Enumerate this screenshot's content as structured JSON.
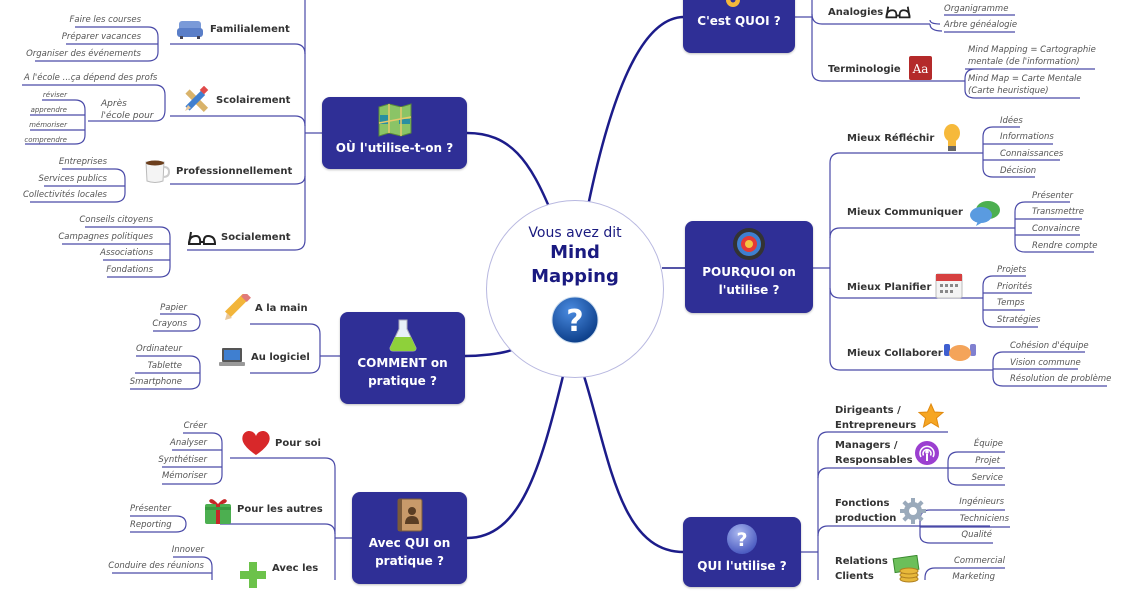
{
  "center": {
    "line1": "Vous avez dit",
    "line2": "Mind",
    "line3": "Mapping",
    "icon": "question-circle-icon"
  },
  "colors": {
    "node_bg": "#2f2f96",
    "line": "#1c1c8a",
    "thin_line": "#5a5ab0",
    "center_text": "#1a1a80"
  },
  "branches": {
    "ou": {
      "label": "OÙ l'utilise-t-on ?",
      "icon": "map-icon",
      "children": [
        {
          "label": "Familialement",
          "icon": "sofa-icon",
          "leaves": [
            "Faire les courses",
            "Préparer vacances",
            "Organiser des événements"
          ]
        },
        {
          "label": "Scolairement",
          "icon": "pencil-ruler-icon",
          "leaves": [
            "A l'école ...ça dépend des profs"
          ],
          "sub": {
            "label_line1": "Après",
            "label_line2": "l'école pour",
            "leaves": [
              "réviser",
              "apprendre",
              "mémoriser",
              "comprendre"
            ]
          }
        },
        {
          "label": "Professionnellement",
          "icon": "coffee-cup-icon",
          "leaves": [
            "Entreprises",
            "Services publics",
            "Collectivités locales"
          ]
        },
        {
          "label": "Socialement",
          "icon": "glasses-icon",
          "leaves": [
            "Conseils citoyens",
            "Campagnes politiques",
            "Associations",
            "Fondations"
          ]
        }
      ]
    },
    "comment": {
      "label_line1": "COMMENT on",
      "label_line2": "pratique ?",
      "icon": "flask-icon",
      "children": [
        {
          "label": "A la main",
          "icon": "pencil-icon",
          "leaves": [
            "Papier",
            "Crayons"
          ]
        },
        {
          "label": "Au logiciel",
          "icon": "laptop-icon",
          "leaves": [
            "Ordinateur",
            "Tablette",
            "Smartphone"
          ]
        }
      ]
    },
    "avec": {
      "label_line1": "Avec QUI on",
      "label_line2": "pratique ?",
      "icon": "address-book-icon",
      "children": [
        {
          "label": "Pour soi",
          "icon": "heart-icon",
          "leaves": [
            "Créer",
            "Analyser",
            "Synthétiser",
            "Mémoriser"
          ]
        },
        {
          "label": "Pour les autres",
          "icon": "gift-icon",
          "leaves": [
            "Présenter",
            "Reporting"
          ]
        },
        {
          "label": "Avec les",
          "icon": "plus-icon",
          "leaves": [
            "Innover",
            "Conduire des réunions"
          ]
        }
      ]
    },
    "quoi": {
      "label": "C'est QUOI ?",
      "icon": "key-icon",
      "children": [
        {
          "label": "Analogies",
          "icon": "glasses-icon",
          "leaves": [
            "Organigramme",
            "Arbre généalogie"
          ]
        },
        {
          "label": "Terminologie",
          "icon": "dictionary-icon",
          "leaves": [
            [
              "Mind Mapping = Cartographie",
              "mentale (de l'information)"
            ],
            [
              "Mind Map = Carte Mentale",
              "(Carte heuristique)"
            ]
          ]
        }
      ]
    },
    "pourquoi": {
      "label_line1": "POURQUOI on",
      "label_line2": "l'utilise ?",
      "icon": "target-icon",
      "children": [
        {
          "label": "Mieux Réfléchir",
          "icon": "lightbulb-icon",
          "leaves": [
            "Idées",
            "Informations",
            "Connaissances",
            "Décision"
          ]
        },
        {
          "label": "Mieux Communiquer",
          "icon": "chat-bubbles-icon",
          "leaves": [
            "Présenter",
            "Transmettre",
            "Convaincre",
            "Rendre compte"
          ]
        },
        {
          "label": "Mieux Planifier",
          "icon": "calendar-icon",
          "leaves": [
            "Projets",
            "Priorités",
            "Temps",
            "Stratégies"
          ]
        },
        {
          "label": "Mieux Collaborer",
          "icon": "handshake-icon",
          "leaves": [
            "Cohésion d'équipe",
            "Vision commune",
            "Résolution de problème"
          ]
        }
      ]
    },
    "qui": {
      "label": "QUI l'utilise ?",
      "icon": "question-circle-icon",
      "children": [
        {
          "label_line1": "Dirigeants /",
          "label_line2": "Entrepreneurs",
          "icon": "star-icon",
          "leaves": []
        },
        {
          "label_line1": "Managers /",
          "label_line2": "Responsables",
          "icon": "podcast-icon",
          "leaves": [
            "Équipe",
            "Projet",
            "Service"
          ]
        },
        {
          "label_line1": "Fonctions",
          "label_line2": "production",
          "icon": "gear-icon",
          "leaves": [
            "Ingénieurs",
            "Techniciens",
            "Qualité"
          ]
        },
        {
          "label_line1": "Relations",
          "label_line2": "Clients",
          "icon": "money-coins-icon",
          "leaves": [
            "Commercial",
            "Marketing"
          ]
        }
      ]
    }
  }
}
